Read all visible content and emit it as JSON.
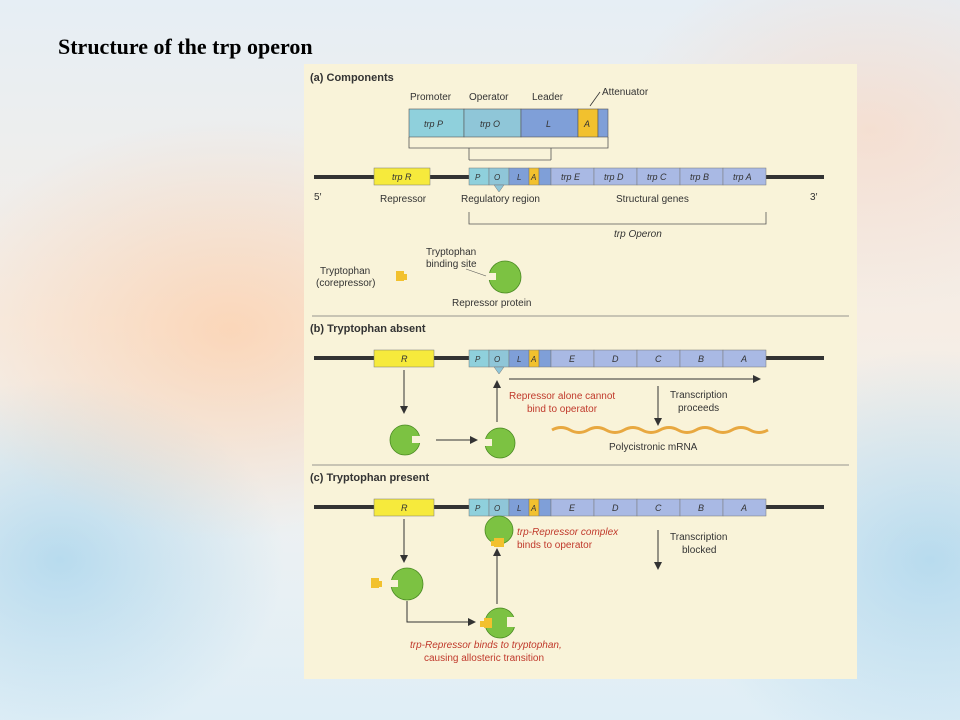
{
  "slide_title": "Structure of the trp operon",
  "panel_a": {
    "heading": "(a) Components",
    "labels": {
      "promoter": "Promoter",
      "operator": "Operator",
      "leader": "Leader",
      "attenuator": "Attenuator"
    },
    "expanded_boxes": {
      "trp_p": "trp P",
      "trp_o": "trp O",
      "l": "L",
      "a": "A"
    },
    "gene_boxes": {
      "trp_r": "trp R",
      "p": "P",
      "o": "O",
      "l": "L",
      "a": "A",
      "trp_e": "trp E",
      "trp_d": "trp D",
      "trp_c": "trp C",
      "trp_b": "trp B",
      "trp_a": "trp A"
    },
    "five_prime": "5′",
    "three_prime": "3′",
    "repressor_label": "Repressor",
    "regulatory_label": "Regulatory region",
    "structural_label": "Structural genes",
    "operon_label": "trp Operon",
    "tryptophan_label_1": "Tryptophan",
    "tryptophan_label_2": "(corepressor)",
    "binding_site_1": "Tryptophan",
    "binding_site_2": "binding site",
    "repressor_protein": "Repressor protein"
  },
  "panel_b": {
    "heading": "(b) Tryptophan absent",
    "gene_boxes": {
      "r": "R",
      "p": "P",
      "o": "O",
      "l": "L",
      "a": "A",
      "e": "E",
      "d": "D",
      "c": "C",
      "b": "B",
      "a2": "A"
    },
    "cannot_bind_1": "Repressor alone cannot",
    "cannot_bind_2": "bind to operator",
    "transcription_1": "Transcription",
    "transcription_2": "proceeds",
    "mrna_label": "Polycistronic mRNA"
  },
  "panel_c": {
    "heading": "(c) Tryptophan present",
    "gene_boxes": {
      "r": "R",
      "p": "P",
      "o": "O",
      "l": "L",
      "a": "A",
      "e": "E",
      "d": "D",
      "c": "C",
      "b": "B",
      "a2": "A"
    },
    "complex_1": "trp-Repressor complex",
    "complex_2": "binds to operator",
    "blocked_1": "Transcription",
    "blocked_2": "blocked",
    "binds_1": "trp-Repressor binds to tryptophan,",
    "binds_2": "causing allosteric transition"
  },
  "colors": {
    "promoter": "#8fd0dc",
    "operator": "#8fc6d8",
    "leader": "#7f9fd8",
    "attenuator": "#f2c12e",
    "structural": "#a9b9e4",
    "repressor_gene": "#f6ea3c",
    "protein": "#7cc242",
    "tryptophan": "#f2c12e",
    "annotation": "#c0392b",
    "mrna": "#e8a840"
  }
}
